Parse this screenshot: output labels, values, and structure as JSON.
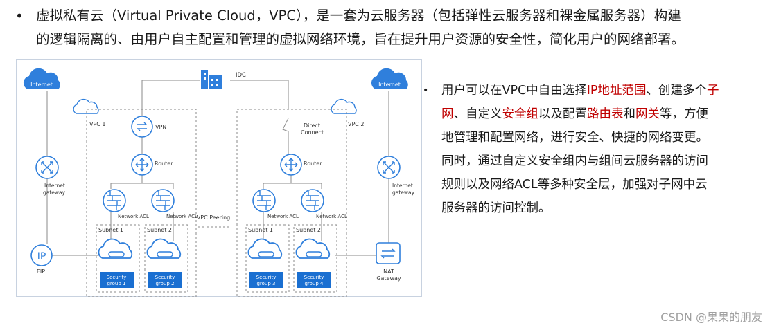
{
  "intro": {
    "bullet": "•",
    "line1": "虚拟私有云（Virtual Private Cloud，VPC），是一套为云服务器（包括弹性云服务器和裸金属服务器）构建",
    "line2": "的逻辑隔离的、由用户自主配置和管理的虚拟网络环境，旨在提升用户资源的安全性，简化用户的网络部署。"
  },
  "diagram": {
    "idc": "IDC",
    "internet_left": "Internet",
    "internet_right": "Internet",
    "vpc1": "VPC 1",
    "vpc2": "VPC 2",
    "vpn": "VPN",
    "direct_connect_1": "Direct",
    "direct_connect_2": "Connect",
    "router_left": "Router",
    "router_right": "Router",
    "igw_left_1": "Internet",
    "igw_left_2": "gateway",
    "igw_right_1": "Internet",
    "igw_right_2": "gateway",
    "acl_1": "Network ACL",
    "acl_2": "Network ACL",
    "acl_3": "Network ACL",
    "acl_4": "Network ACL",
    "vpc_peering": "VPC Peering",
    "subnet_1": "Subnet 1",
    "subnet_2": "Subnet 2",
    "subnet_3": "Subnet 1",
    "subnet_4": "Subnet 2",
    "sg1_a": "Security",
    "sg1_b": "group 1",
    "sg2_a": "Security",
    "sg2_b": "group 2",
    "sg3_a": "Security",
    "sg3_b": "group 3",
    "sg4_a": "Security",
    "sg4_b": "group 4",
    "eip": "EIP",
    "eip_icon_text": "IP",
    "nat_1": "NAT",
    "nat_2": "Gateway"
  },
  "side": {
    "bullet": "•",
    "l1_a": "用户可以在VPC中自由选择",
    "l1_b": "IP地址范围",
    "l1_c": "、创建多个",
    "l1_d": "子",
    "l2_a": "网",
    "l2_b": "、自定义",
    "l2_c": "安全组",
    "l2_d": "以及配置",
    "l2_e": "路由表",
    "l2_f": "和",
    "l2_g": "网关",
    "l2_h": "等，方便",
    "l3": "地管理和配置网络，进行安全、快捷的网络变更。",
    "l4": "同时，通过自定义安全组内与组间云服务器的访问",
    "l5": "规则以及网络ACL等多种安全层，加强对子网中云",
    "l6": "服务器的访问控制。"
  },
  "watermark": "CSDN @果果的朋友",
  "colors": {
    "accent_blue": "#1a6fd1",
    "highlight_red": "#c00000"
  }
}
